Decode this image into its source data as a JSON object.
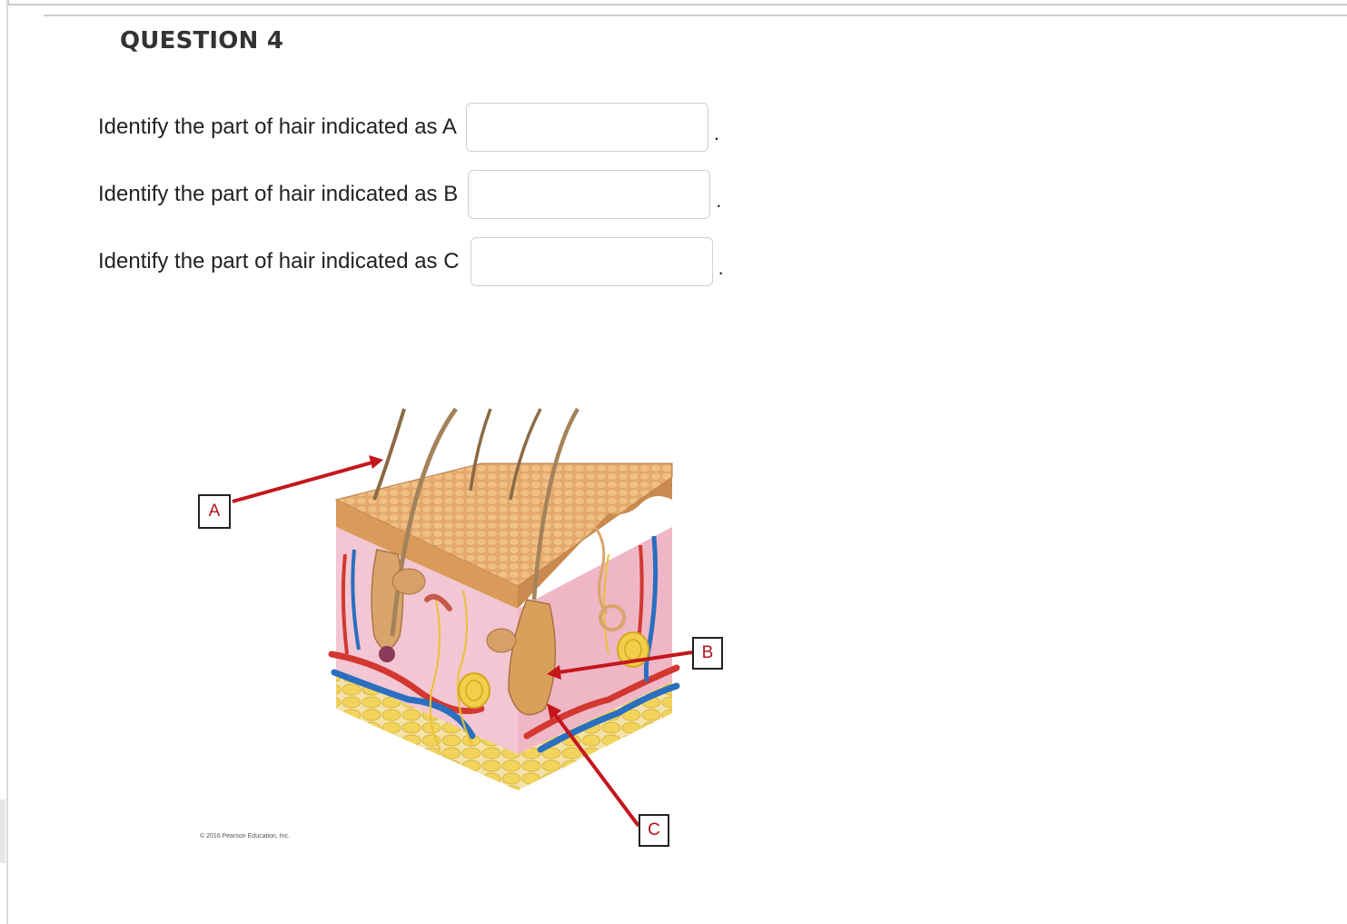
{
  "question": {
    "title": "QUESTION 4",
    "prompts": [
      {
        "label": "Identify the part of hair indicated as A",
        "value": "",
        "trailing": "."
      },
      {
        "label": "Identify the part of hair indicated as B",
        "value": "",
        "trailing": "."
      },
      {
        "label": "Identify the part of hair indicated as C",
        "value": "",
        "trailing": "."
      }
    ]
  },
  "figure": {
    "callouts": {
      "a": "A",
      "b": "B",
      "c": "C"
    },
    "copyright": "© 2016 Pearson Education, Inc.",
    "colors": {
      "arrow": "#c4161c",
      "epidermis": "#e3a86a",
      "dermis": "#f3c6d3",
      "fat": "#f2d45c",
      "artery": "#d2382f",
      "vein": "#2a6fc0",
      "hair": "#8a6a45"
    }
  }
}
